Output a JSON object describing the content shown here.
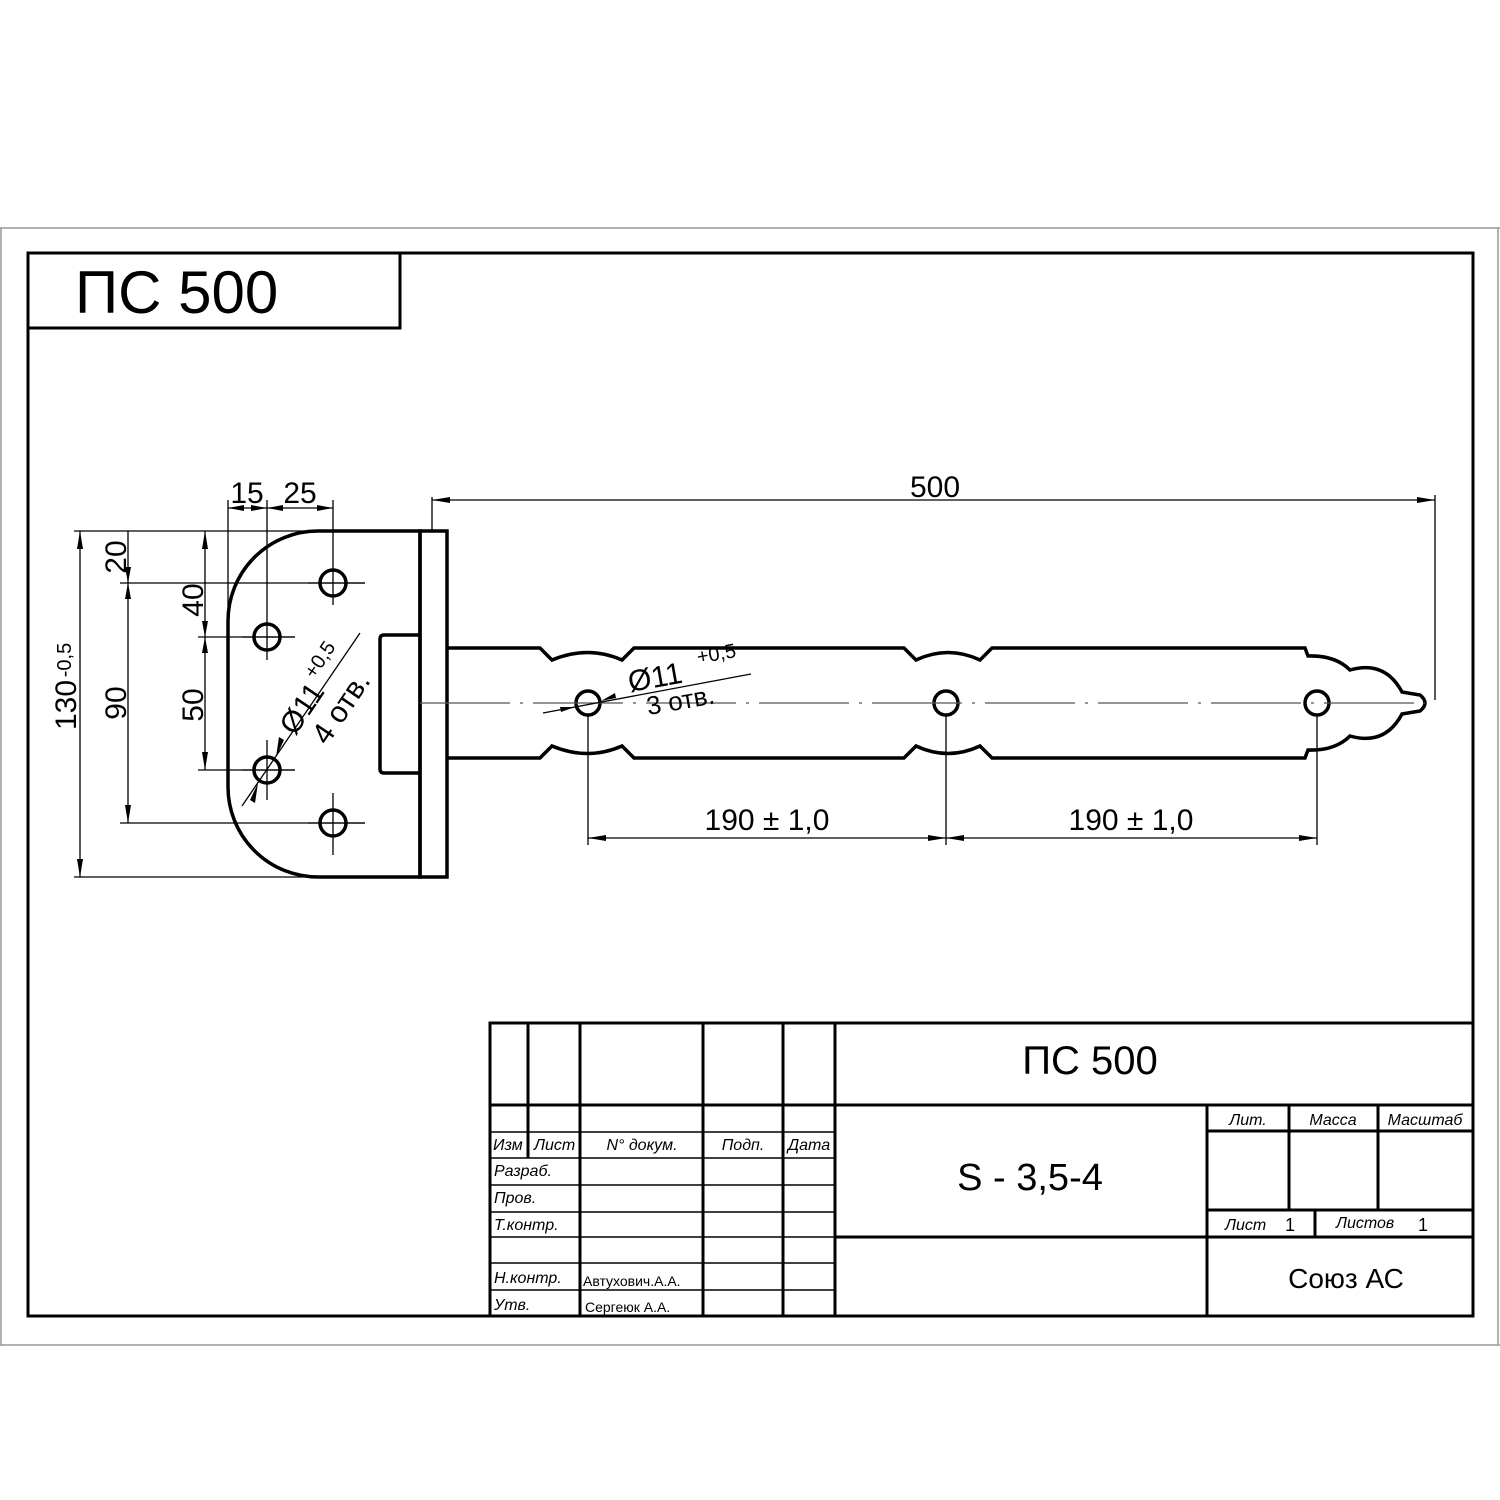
{
  "title_box": {
    "label": "ПС 500"
  },
  "dimensions": {
    "overall_length": "500",
    "pitch_1": "190 ± 1,0",
    "pitch_2": "190 ± 1,0",
    "plate_offset_15": "15",
    "plate_offset_25": "25",
    "plate_height": "130",
    "plate_height_tol": "-0,5",
    "edge_20": "20",
    "span_90": "90",
    "span_40": "40",
    "span_50": "50",
    "plate_hole_dia": "Ø11",
    "plate_hole_tol": "+0,5",
    "plate_hole_count": "4 отв.",
    "strap_hole_dia": "Ø11",
    "strap_hole_tol": "+0,5",
    "strap_hole_count": "3 отв."
  },
  "title_block": {
    "designation": "ПС 500",
    "material": "S - 3,5-4",
    "organization": "Союз АС",
    "headers": {
      "izm": "Изм",
      "list": "Лист",
      "doc": "N° докум.",
      "sign": "Подп.",
      "date": "Дата"
    },
    "roles": [
      "Разраб.",
      "Пров.",
      "Т.контр.",
      "Н.контр.",
      "Утв."
    ],
    "n_kontr_name": "Автухович.А.А.",
    "utv_name": "Сергеюк А.А.",
    "lit_label": "Лит.",
    "mass_label": "Масса",
    "scale_label": "Масштаб",
    "sheet_label": "Лист",
    "sheet_value": "1",
    "sheets_label": "Листов",
    "sheets_value": "1"
  }
}
